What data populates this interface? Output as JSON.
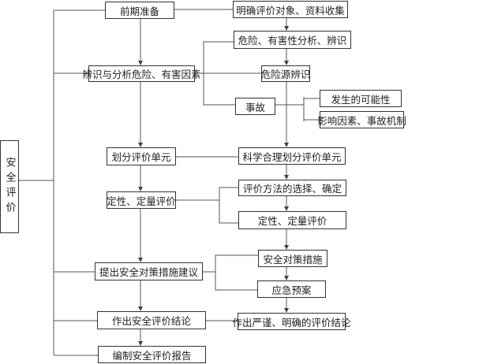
{
  "root": "安全评价",
  "main_steps": {
    "prep": "前期准备",
    "identify": "辨识与分析危险、有害因素",
    "units": "划分评价单元",
    "evaluate": "定性、定量评价",
    "measures": "提出安全对策措施建议",
    "conclusion": "作出安全评价结论",
    "report": "编制安全评价报告"
  },
  "detail_steps": {
    "clarify": "明确评价对象、资料收集",
    "hazard_analysis": "危险、有害性分析、辨识",
    "hazard_source": "危险源辨识",
    "accident": "事故",
    "possibility": "发生的可能性",
    "factors": "影响因素、事故机制",
    "sci_units": "科学合理划分评价单元",
    "method": "评价方法的选择、确定",
    "eval2": "定性、定量评价",
    "safety_measures": "安全对策措施",
    "emergency": "应急预案",
    "strict_conclusion": "作出严谨、明确的评价结论"
  },
  "colors": {
    "line": "#444444",
    "border": "#333333"
  }
}
